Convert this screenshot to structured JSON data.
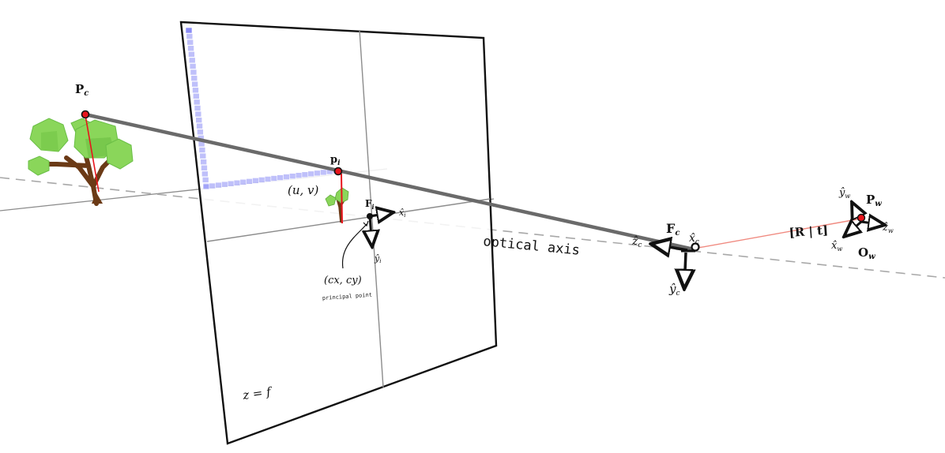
{
  "labels": {
    "Pc": "P",
    "Pc_sub": "c",
    "pi": "p",
    "pi_sub": "i",
    "uv": "(u, v)",
    "Fi": "F",
    "Fi_sub": "i",
    "xi": "x̂",
    "xi_sub": "i",
    "yi": "ŷ",
    "yi_sub": "i",
    "principal_coord": "(cx, cy)",
    "principal_text": "principal point",
    "optical_axis": "optical axis",
    "z_eq_f": "z = f",
    "Fc": "F",
    "Fc_sub": "c",
    "zc": "ẑ",
    "zc_sub": "c",
    "xc": "x̂",
    "xc_sub": "c",
    "yc": "ŷ",
    "yc_sub": "c",
    "Rt": "[R | t]",
    "Pw": "P",
    "Pw_sub": "w",
    "Ow": "O",
    "Ow_sub": "w",
    "yw": "ŷ",
    "yw_sub": "w",
    "xw": "x̂",
    "xw_sub": "w",
    "zw": "ẑ",
    "zw_sub": "w"
  },
  "colors": {
    "tree_foliage": "#8ad65a",
    "tree_trunk": "#6b3a16",
    "point_red": "#e8141c",
    "pixel_blue": "#8a8cf5",
    "ray_gray": "#6a6a6a",
    "axis_gray": "#9a9a9a"
  }
}
